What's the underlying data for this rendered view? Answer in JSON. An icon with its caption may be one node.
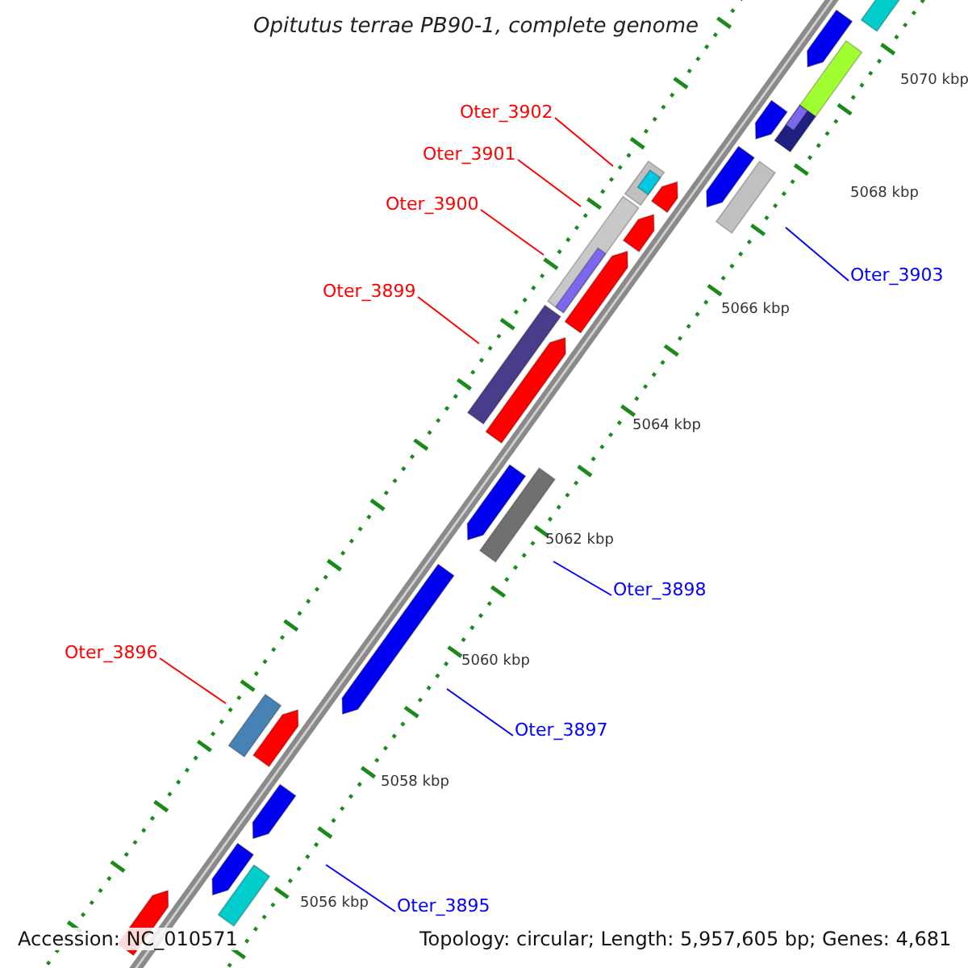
{
  "diagram": {
    "title": "Opitutus terrae PB90-1, complete genome",
    "nodes": [
      {
        "text": [
          "Oter_3902"
        ]
      },
      {
        "text": [
          "Oter_3901"
        ]
      },
      {
        "text": [
          "Oter_3900"
        ]
      },
      {
        "text": [
          "Oter_3899"
        ]
      },
      {
        "text": [
          "Oter_3903"
        ]
      },
      {
        "text": [
          "Oter_3898"
        ]
      },
      {
        "text": [
          "Oter_3897"
        ]
      },
      {
        "text": [
          "Oter_3896"
        ]
      },
      {
        "text": [
          "Oter_3895"
        ]
      }
    ],
    "edges": [
      {
        "from": 0,
        "to": null,
        "arrow": "none",
        "color": "#ff0000"
      },
      {
        "from": 1,
        "to": null,
        "arrow": "none",
        "color": "#ff0000"
      },
      {
        "from": 2,
        "to": null,
        "arrow": "none",
        "color": "#ff0000"
      },
      {
        "from": 3,
        "to": null,
        "arrow": "none",
        "color": "#ff0000"
      },
      {
        "from": 4,
        "to": null,
        "arrow": "none",
        "color": "#0000ff"
      },
      {
        "from": 5,
        "to": null,
        "arrow": "none",
        "color": "#0000ff"
      },
      {
        "from": 6,
        "to": null,
        "arrow": "none",
        "color": "#0000ff"
      },
      {
        "from": 7,
        "to": null,
        "arrow": "none",
        "color": "#ff0000"
      },
      {
        "from": 8,
        "to": null,
        "arrow": "none",
        "color": "#0000ff"
      }
    ],
    "labels": [
      "5070 kbp",
      "5068 kbp",
      "5066 kbp",
      "5064 kbp",
      "5062 kbp",
      "5060 kbp",
      "5058 kbp",
      "5056 kbp",
      "Accession: NC_010571",
      "Topology: circular; Length: 5,957,605 bp; Genes: 4,681"
    ]
  }
}
